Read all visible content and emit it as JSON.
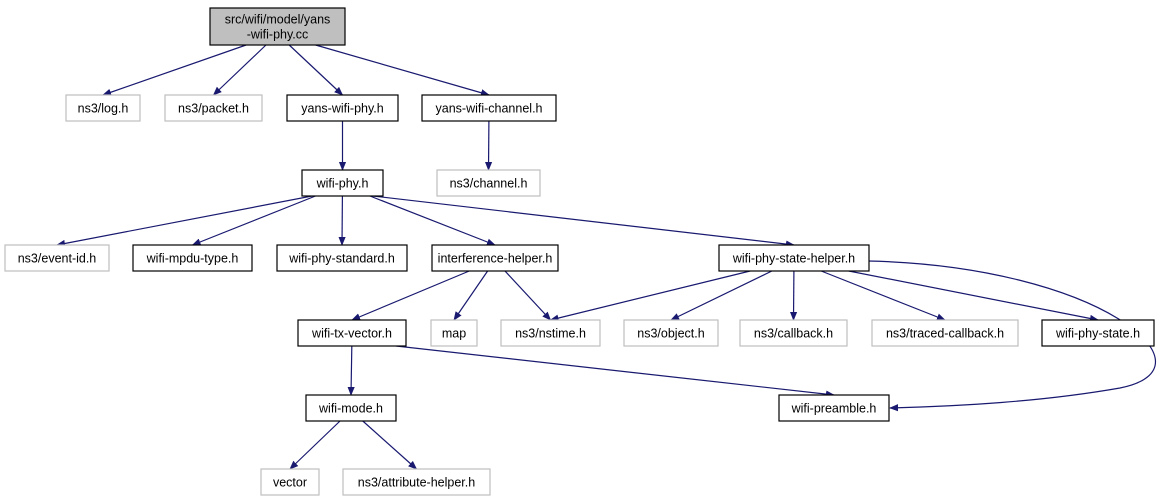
{
  "colors": {
    "edge": "#191970",
    "root_fill": "#bfbfbf",
    "documented_border": "#000000",
    "undocumented_border": "#bfbfbf",
    "node_fill": "#ffffff"
  },
  "nodes": [
    {
      "id": "root",
      "lines": [
        "src/wifi/model/yans",
        "-wifi-phy.cc"
      ],
      "kind": "root"
    },
    {
      "id": "log",
      "lines": [
        "ns3/log.h"
      ],
      "kind": "undocumented"
    },
    {
      "id": "packet",
      "lines": [
        "ns3/packet.h"
      ],
      "kind": "undocumented"
    },
    {
      "id": "yans_phy",
      "lines": [
        "yans-wifi-phy.h"
      ],
      "kind": "documented"
    },
    {
      "id": "yans_channel",
      "lines": [
        "yans-wifi-channel.h"
      ],
      "kind": "documented"
    },
    {
      "id": "channel",
      "lines": [
        "ns3/channel.h"
      ],
      "kind": "undocumented"
    },
    {
      "id": "wifi_phy",
      "lines": [
        "wifi-phy.h"
      ],
      "kind": "documented"
    },
    {
      "id": "event_id",
      "lines": [
        "ns3/event-id.h"
      ],
      "kind": "undocumented"
    },
    {
      "id": "mpdu_type",
      "lines": [
        "wifi-mpdu-type.h"
      ],
      "kind": "documented"
    },
    {
      "id": "phy_standard",
      "lines": [
        "wifi-phy-standard.h"
      ],
      "kind": "documented"
    },
    {
      "id": "interference",
      "lines": [
        "interference-helper.h"
      ],
      "kind": "documented"
    },
    {
      "id": "state_helper",
      "lines": [
        "wifi-phy-state-helper.h"
      ],
      "kind": "documented"
    },
    {
      "id": "tx_vector",
      "lines": [
        "wifi-tx-vector.h"
      ],
      "kind": "documented"
    },
    {
      "id": "map",
      "lines": [
        "map"
      ],
      "kind": "undocumented"
    },
    {
      "id": "nstime",
      "lines": [
        "ns3/nstime.h"
      ],
      "kind": "undocumented"
    },
    {
      "id": "object",
      "lines": [
        "ns3/object.h"
      ],
      "kind": "undocumented"
    },
    {
      "id": "callback",
      "lines": [
        "ns3/callback.h"
      ],
      "kind": "undocumented"
    },
    {
      "id": "traced_callback",
      "lines": [
        "ns3/traced-callback.h"
      ],
      "kind": "undocumented"
    },
    {
      "id": "phy_state",
      "lines": [
        "wifi-phy-state.h"
      ],
      "kind": "documented"
    },
    {
      "id": "wifi_mode",
      "lines": [
        "wifi-mode.h"
      ],
      "kind": "documented"
    },
    {
      "id": "preamble",
      "lines": [
        "wifi-preamble.h"
      ],
      "kind": "documented"
    },
    {
      "id": "vector",
      "lines": [
        "vector"
      ],
      "kind": "undocumented"
    },
    {
      "id": "attribute_helper",
      "lines": [
        "ns3/attribute-helper.h"
      ],
      "kind": "undocumented"
    }
  ],
  "edges": [
    {
      "from": "root",
      "to": "log"
    },
    {
      "from": "root",
      "to": "packet"
    },
    {
      "from": "root",
      "to": "yans_phy"
    },
    {
      "from": "root",
      "to": "yans_channel"
    },
    {
      "from": "yans_phy",
      "to": "wifi_phy"
    },
    {
      "from": "yans_channel",
      "to": "channel"
    },
    {
      "from": "wifi_phy",
      "to": "event_id"
    },
    {
      "from": "wifi_phy",
      "to": "mpdu_type"
    },
    {
      "from": "wifi_phy",
      "to": "phy_standard"
    },
    {
      "from": "wifi_phy",
      "to": "interference"
    },
    {
      "from": "wifi_phy",
      "to": "state_helper"
    },
    {
      "from": "interference",
      "to": "tx_vector"
    },
    {
      "from": "interference",
      "to": "map"
    },
    {
      "from": "interference",
      "to": "nstime"
    },
    {
      "from": "state_helper",
      "to": "nstime"
    },
    {
      "from": "state_helper",
      "to": "object"
    },
    {
      "from": "state_helper",
      "to": "callback"
    },
    {
      "from": "state_helper",
      "to": "traced_callback"
    },
    {
      "from": "state_helper",
      "to": "phy_state"
    },
    {
      "from": "state_helper",
      "to": "preamble"
    },
    {
      "from": "tx_vector",
      "to": "wifi_mode"
    },
    {
      "from": "tx_vector",
      "to": "preamble"
    },
    {
      "from": "wifi_mode",
      "to": "vector"
    },
    {
      "from": "wifi_mode",
      "to": "attribute_helper"
    }
  ]
}
